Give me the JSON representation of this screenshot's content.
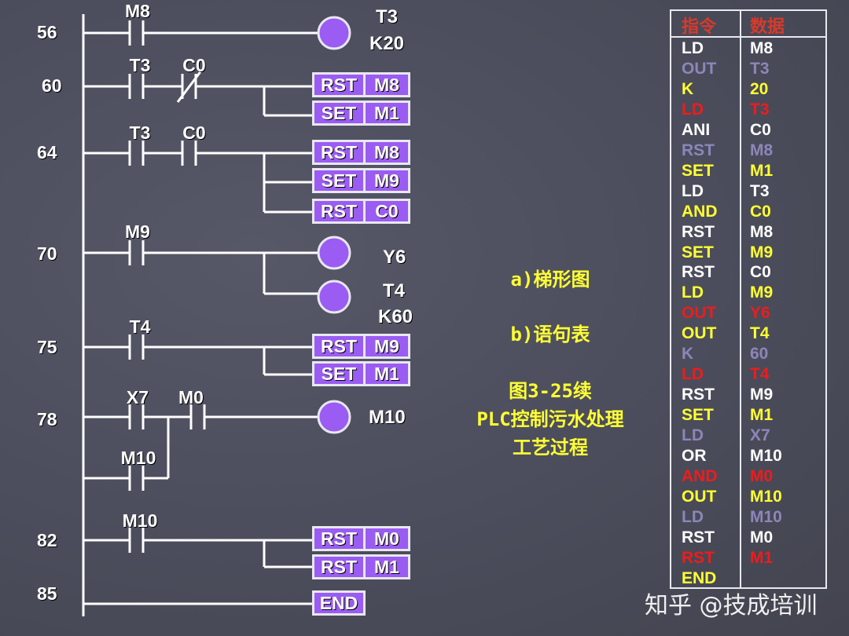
{
  "rungs": [
    {
      "num": "56"
    },
    {
      "num": "60"
    },
    {
      "num": "64"
    },
    {
      "num": "70"
    },
    {
      "num": "75"
    },
    {
      "num": "78"
    },
    {
      "num": "82"
    },
    {
      "num": "85"
    }
  ],
  "contacts": {
    "c56_m8": "M8",
    "c60_t3": "T3",
    "c60_c0": "C0",
    "c64_t3": "T3",
    "c64_c0": "C0",
    "c70_m9": "M9",
    "c75_t4": "T4",
    "c78_x7": "X7",
    "c78_m0": "M0",
    "c78_m10": "M10",
    "c82_m10": "M10"
  },
  "coils": {
    "t3": "T3",
    "t3_k": "K20",
    "y6": "Y6",
    "t4": "T4",
    "t4_k": "K60",
    "m10": "M10"
  },
  "boxes": [
    {
      "op": "RST",
      "arg": "M8"
    },
    {
      "op": "SET",
      "arg": "M1"
    },
    {
      "op": "RST",
      "arg": "M8"
    },
    {
      "op": "SET",
      "arg": "M9"
    },
    {
      "op": "RST",
      "arg": "C0"
    },
    {
      "op": "RST",
      "arg": "M9"
    },
    {
      "op": "SET",
      "arg": "M1"
    },
    {
      "op": "RST",
      "arg": "M0"
    },
    {
      "op": "RST",
      "arg": "M1"
    },
    {
      "op": "END",
      "arg": ""
    }
  ],
  "captions": {
    "a": "a)梯形图",
    "b": "b)语句表",
    "fig": "图3-25续",
    "title1": "PLC控制污水处理",
    "title2": "工艺过程"
  },
  "table": {
    "header_instr": "指令",
    "header_data": "数据",
    "rows": [
      {
        "i": "LD",
        "d": "M8",
        "color": "#ffffff"
      },
      {
        "i": "OUT",
        "d": "T3",
        "color": "#8c86b8"
      },
      {
        "i": "K",
        "d": "20",
        "color": "#ffff33"
      },
      {
        "i": "LD",
        "d": "T3",
        "color": "#ee1c1c"
      },
      {
        "i": "ANI",
        "d": "C0",
        "color": "#ffffff"
      },
      {
        "i": "RST",
        "d": "M8",
        "color": "#8c86b8"
      },
      {
        "i": "SET",
        "d": "M1",
        "color": "#ffff33"
      },
      {
        "i": "LD",
        "d": "T3",
        "color": "#ffffff"
      },
      {
        "i": "AND",
        "d": "C0",
        "color": "#ffff33"
      },
      {
        "i": "RST",
        "d": "M8",
        "color": "#ffffff"
      },
      {
        "i": "SET",
        "d": "M9",
        "color": "#ffff33"
      },
      {
        "i": "RST",
        "d": "C0",
        "color": "#ffffff"
      },
      {
        "i": "LD",
        "d": "M9",
        "color": "#ffff33"
      },
      {
        "i": "OUT",
        "d": "Y6",
        "color": "#ee1c1c"
      },
      {
        "i": "OUT",
        "d": "T4",
        "color": "#ffff33"
      },
      {
        "i": "K",
        "d": "60",
        "color": "#8c86b8"
      },
      {
        "i": "LD",
        "d": "T4",
        "color": "#ee1c1c"
      },
      {
        "i": "RST",
        "d": "M9",
        "color": "#ffffff"
      },
      {
        "i": "SET",
        "d": "M1",
        "color": "#ffff33"
      },
      {
        "i": "LD",
        "d": "X7",
        "color": "#8c86b8"
      },
      {
        "i": "OR",
        "d": "M10",
        "color": "#ffffff"
      },
      {
        "i": "AND",
        "d": "M0",
        "color": "#ee1c1c"
      },
      {
        "i": "OUT",
        "d": "M10",
        "color": "#ffff33"
      },
      {
        "i": "LD",
        "d": "M10",
        "color": "#8c86b8"
      },
      {
        "i": "RST",
        "d": "M0",
        "color": "#ffffff"
      },
      {
        "i": "RST",
        "d": "M1",
        "color": "#ee1c1c"
      },
      {
        "i": "END",
        "d": "",
        "color": "#ffff33"
      }
    ]
  },
  "watermark": "知乎 @技成培训",
  "colors": {
    "coil": "#9a5cf2",
    "box_border": "#e8e8f0",
    "caption": "#ffff33"
  }
}
